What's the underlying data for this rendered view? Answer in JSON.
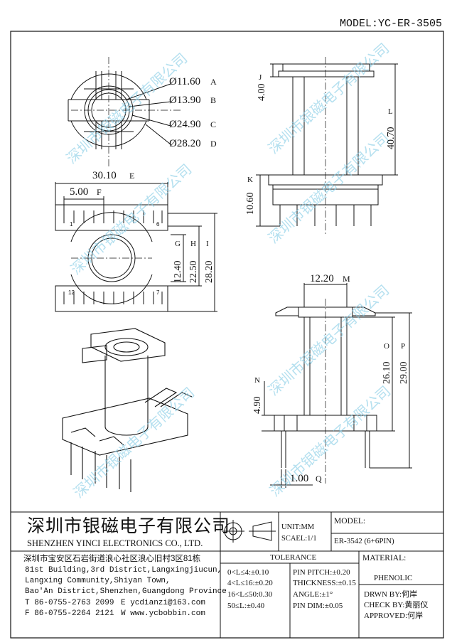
{
  "model_header": "MODEL:YC-ER-3505",
  "watermark": "深圳市银磁电子有限公司",
  "top_view": {
    "dims": [
      {
        "value": "Ø11.60",
        "tag": "A"
      },
      {
        "value": "Ø13.90",
        "tag": "B"
      },
      {
        "value": "Ø24.90",
        "tag": "C"
      },
      {
        "value": "Ø28.20",
        "tag": "D"
      }
    ]
  },
  "side_view_right": {
    "dim_J": {
      "value": "4.00",
      "tag": "J"
    },
    "dim_L": {
      "value": "40.70",
      "tag": "L"
    },
    "dim_K": {
      "value": "10.60",
      "tag": "K"
    }
  },
  "bottom_view": {
    "dim_E": {
      "value": "30.10",
      "tag": "E"
    },
    "dim_F": {
      "value": "5.00",
      "tag": "F"
    },
    "dim_G": {
      "value": "12.40",
      "tag": "G"
    },
    "dim_H": {
      "value": "22.50",
      "tag": "H"
    },
    "dim_I": {
      "value": "28.20",
      "tag": "I"
    },
    "pins_top": {
      "first": "1",
      "last": "6"
    },
    "pins_bottom": {
      "first": "12",
      "last": "7"
    }
  },
  "front_view": {
    "dim_M": {
      "value": "12.20",
      "tag": "M"
    },
    "dim_O": {
      "value": "26.10",
      "tag": "O"
    },
    "dim_P": {
      "value": "29.00",
      "tag": "P"
    },
    "dim_N": {
      "value": "4.90",
      "tag": "N"
    },
    "dim_Q": {
      "value": "1.00",
      "tag": "Q"
    }
  },
  "title_block": {
    "company_cn": "深圳市银磁电子有限公司",
    "company_en": "SHENZHEN YINCI ELECTRONICS CO., LTD.",
    "unit": "UNIT:MM",
    "scale": "SCAEL:1/1",
    "model_label": "MODEL:",
    "model_value": "ER-3542 (6+6PIN)",
    "address_cn": "深圳市宝安区石岩街道浪心社区浪心旧村3区81栋",
    "address_en": [
      "81st Building,3rd District,Langxingjiucun,",
      "Langxing Community,Shiyan Town,",
      "Bao'An District,Shenzhen,Guangdong Province"
    ],
    "tel": "T 86-0755-2763 2099",
    "email": "E ycdianzi@163.com",
    "fax": "F 86-0755-2264 2121",
    "web": "W www.ycbobbin.com",
    "tolerance_title": "TOLERANCE",
    "tolerances_left": [
      "0<L≤4:±0.10",
      "4<L≤16:±0.20",
      "16<L≤50:0.30",
      "50≤L:±0.40"
    ],
    "tolerances_right": [
      "PIN PITCH:±0.20",
      "THICKNESS:±0.15",
      "ANGLE:±1°",
      "PIN DIM:±0.05"
    ],
    "material_label": "MATERIAL:",
    "material_value": "PHENOLIC",
    "drawn_by": "DRWN BY:何岸",
    "check_by": "CHECK BY:黄丽仪",
    "approved": "APPROVED:何岸"
  }
}
